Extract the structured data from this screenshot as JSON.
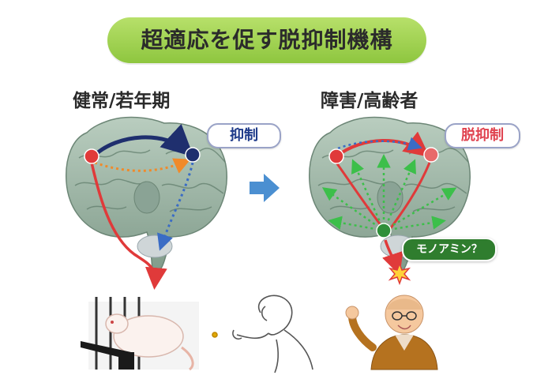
{
  "title": "超適応を促す脱抑制機構",
  "groups": {
    "left_label": "健常/若年期",
    "right_label": "障害/高齢者"
  },
  "tags": {
    "inhibition": "抑制",
    "disinhibition": "脱抑制",
    "monoamine": "モノアミン？"
  },
  "colors": {
    "title_pill": "#9fd24f",
    "brain": "#9db5a4",
    "excitatory_path": "#e03a3a",
    "inhibitory_path": "#1f2f6e",
    "dotted_orange": "#f08a2a",
    "dotted_blue": "#3a6cc5",
    "dotted_green": "#3cbf4a",
    "transition_arrow": "#4b8fd1",
    "monoamine_pill": "#2f7d2e"
  },
  "icons": {
    "brain_left": "brain-coronal-icon",
    "brain_right": "brain-coronal-icon",
    "arrow": "right-arrow-icon",
    "rat": "rat-in-cage-icon",
    "monkey": "monkey-icon",
    "elderly_man": "elderly-man-icon",
    "spark": "spark-icon"
  }
}
